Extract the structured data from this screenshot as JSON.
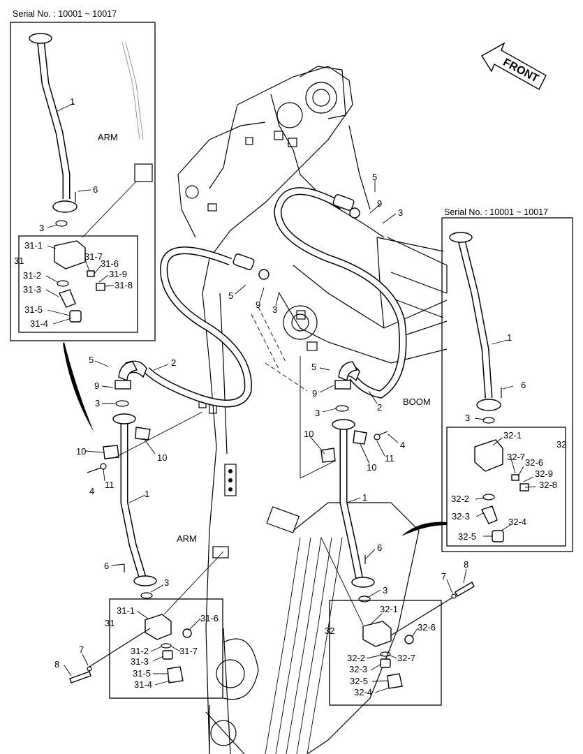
{
  "serial_left": "Serial No. : 10001 ~ 10017",
  "serial_right": "Serial No. : 10001 ~ 10017",
  "front_label": "FRONT",
  "region_labels": {
    "arm_upper": "ARM",
    "arm_lower": "ARM",
    "boom": "BOOM"
  },
  "callouts": {
    "p1_inset_left": "1",
    "p6_inset_left": "6",
    "p3_inset_left": "3",
    "p31_inset": "31",
    "p31_1_inset": "31-1",
    "p31_7_inset": "31-7",
    "p31_6_inset": "31-6",
    "p31_2_inset": "31-2",
    "p31_9_inset": "31-9",
    "p31_3_inset": "31-3",
    "p31_8_inset": "31-8",
    "p31_5_inset": "31-5",
    "p31_4_inset": "31-4",
    "p5_top": "5",
    "p9_top": "9",
    "p3_top": "3",
    "p5_mid": "5",
    "p9_mid": "9",
    "p3_mid": "3",
    "p5_left": "5",
    "p9_left": "9",
    "p3_left": "3",
    "p2_left": "2",
    "p10_left_a": "10",
    "p10_left_b": "10",
    "p11_left": "11",
    "p4_left": "4",
    "p1_left": "1",
    "p6_left": "6",
    "p3_left_low": "3",
    "p5_right": "5",
    "p9_right": "9",
    "p3_right": "3",
    "p2_right": "2",
    "p10_right_a": "10",
    "p10_right_b": "10",
    "p11_right": "11",
    "p4_right": "4",
    "p1_right": "1",
    "p6_right": "6",
    "p3_right_low": "3",
    "p1_inset_right": "1",
    "p6_inset_right": "6",
    "p3_inset_right": "3",
    "p32_inset": "32",
    "p32_1_inset": "32-1",
    "p32_7_inset": "32-7",
    "p32_6_inset": "32-6",
    "p32_9_inset": "32-9",
    "p32_8_inset": "32-8",
    "p32_2_inset": "32-2",
    "p32_3_inset": "32-3",
    "p32_4_inset": "32-4",
    "p32_5_inset": "32-5",
    "p31_bottom": "31",
    "p31_1_bottom": "31-1",
    "p31_6_bottom": "31-6",
    "p31_2_bottom": "31-2",
    "p31_7_bottom": "31-7",
    "p31_3_bottom": "31-3",
    "p31_5_bottom": "31-5",
    "p31_4_bottom": "31-4",
    "p7_left": "7",
    "p8_left": "8",
    "p32_bottom": "32",
    "p32_1_bottom": "32-1",
    "p32_6_bottom": "32-6",
    "p32_2_bottom": "32-2",
    "p32_7_bottom": "32-7",
    "p32_3_bottom": "32-3",
    "p32_5_bottom": "32-5",
    "p32_4_bottom": "32-4",
    "p7_right": "7",
    "p8_right": "8"
  }
}
